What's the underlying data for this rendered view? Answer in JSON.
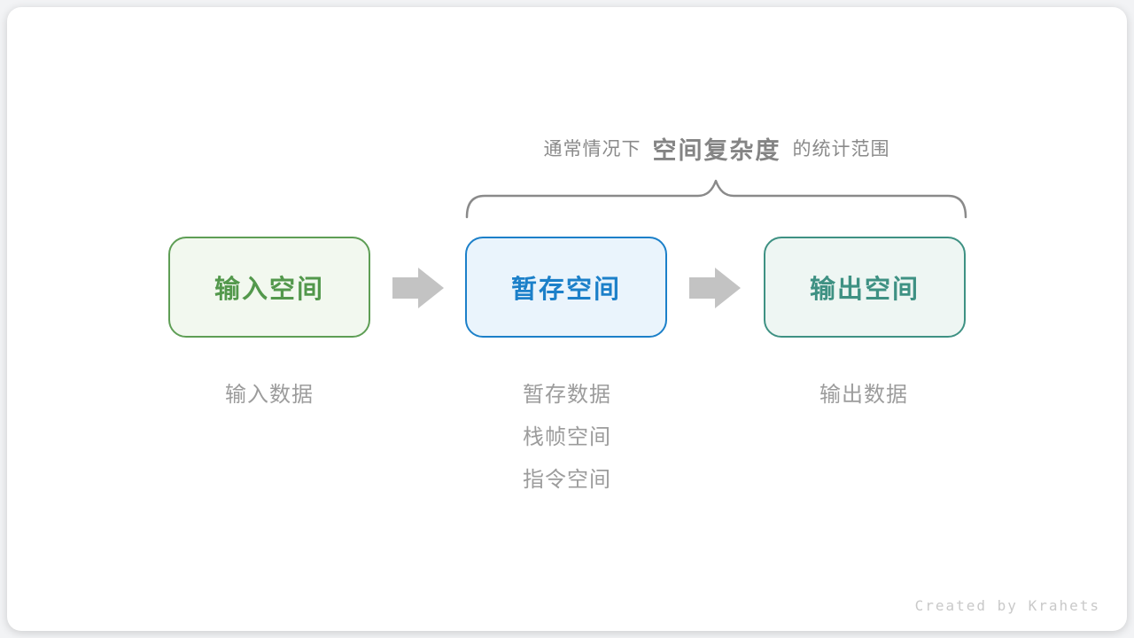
{
  "diagram": {
    "annotation": {
      "prefix": "通常情况下",
      "highlight": "空间复杂度",
      "suffix": "的统计范围"
    },
    "boxes": [
      {
        "id": "input-space",
        "label": "输入空间"
      },
      {
        "id": "temp-space",
        "label": "暂存空间"
      },
      {
        "id": "output-space",
        "label": "输出空间"
      }
    ],
    "notes": {
      "input": [
        "输入数据"
      ],
      "temp": [
        "暂存数据",
        "栈帧空间",
        "指令空间"
      ],
      "output": [
        "输出数据"
      ]
    },
    "credit": "Created by Krahets",
    "colors": {
      "green_border": "#5E9E55",
      "green_fill": "#F2F8EF",
      "green_text": "#53984C",
      "blue_border": "#1C80C9",
      "blue_fill": "#EAF4FC",
      "blue_text": "#1C80C9",
      "teal_border": "#3E9183",
      "teal_fill": "#EEF6F3",
      "teal_text": "#3E9183",
      "arrow_gray": "#C3C3C3",
      "annotation_gray": "#8A8A8A",
      "note_gray": "#9C9C9C",
      "credit_gray": "#C9C9C9"
    }
  }
}
